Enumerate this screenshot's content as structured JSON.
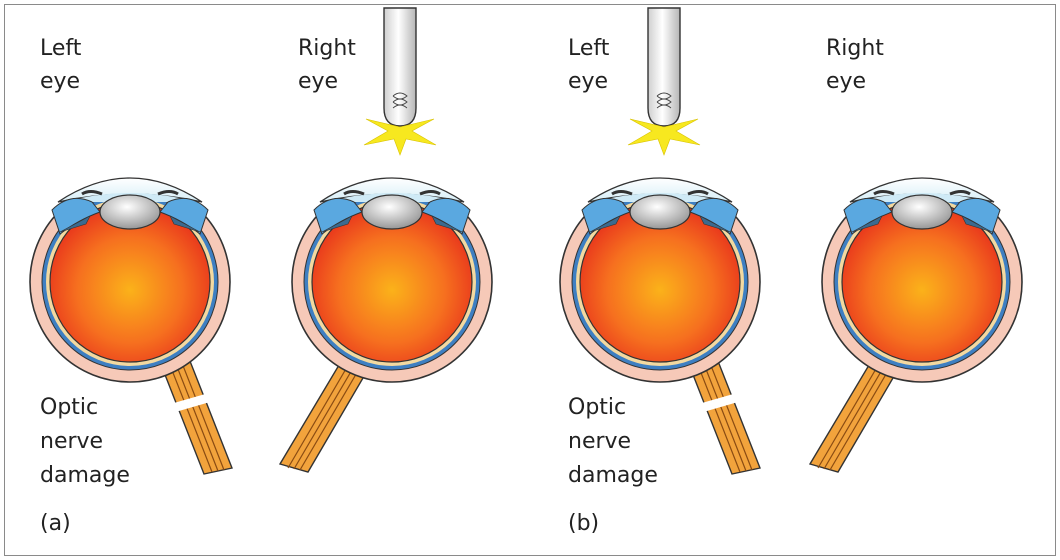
{
  "panels": [
    {
      "left_eye": [
        "Left",
        "eye"
      ],
      "right_eye": [
        "Right",
        "eye"
      ],
      "damage": [
        "Optic",
        "nerve",
        "damage"
      ],
      "panel_label": "(a)",
      "light_on": "right"
    },
    {
      "left_eye": [
        "Left",
        "eye"
      ],
      "right_eye": [
        "Right",
        "eye"
      ],
      "damage": [
        "Optic",
        "nerve",
        "damage"
      ],
      "panel_label": "(b)",
      "light_on": "left"
    }
  ],
  "colors": {
    "vitreous_center": "#fbb21a",
    "vitreous_edge": "#e8351c",
    "sclera": "#f6c9b8",
    "choroid": "#2f6fb6",
    "iris": "#5aa8e0",
    "nerve": "#f2a33c",
    "light_rays": "#f7e81f"
  }
}
